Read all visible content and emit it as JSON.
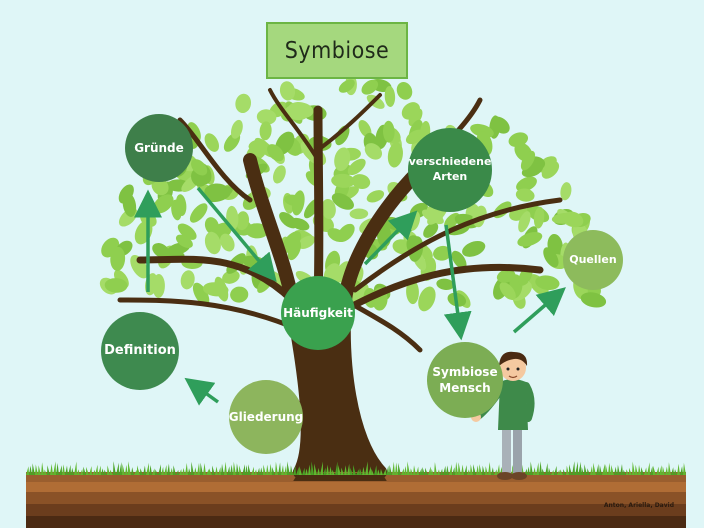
{
  "title": "Symbiose",
  "nodes": {
    "gruende": {
      "label": "Gründe",
      "color": "#3e7f4a"
    },
    "definition": {
      "label": "Definition",
      "color": "#3e8a4f"
    },
    "haeufigkeit": {
      "label": "Häufigkeit",
      "color": "#3aa14e"
    },
    "gliederung": {
      "label": "Gliederung",
      "color": "#8db55d"
    },
    "verschiedene_arten": {
      "label": "verschiedene\nArten",
      "color": "#3a8a49"
    },
    "quellen": {
      "label": "Quellen",
      "color": "#8dbb5c"
    },
    "symbiose_mensch": {
      "label": "Symbiose\nMensch",
      "color": "#7cad54"
    }
  },
  "credit": "Anton, Ariella, David",
  "colors": {
    "background": "#dff6f7",
    "arrow": "#2f9e5b",
    "trunk": "#4a2e12",
    "leaf": "#8fcf4f",
    "grass": "#5fb830",
    "soil": "#7a4a24"
  }
}
